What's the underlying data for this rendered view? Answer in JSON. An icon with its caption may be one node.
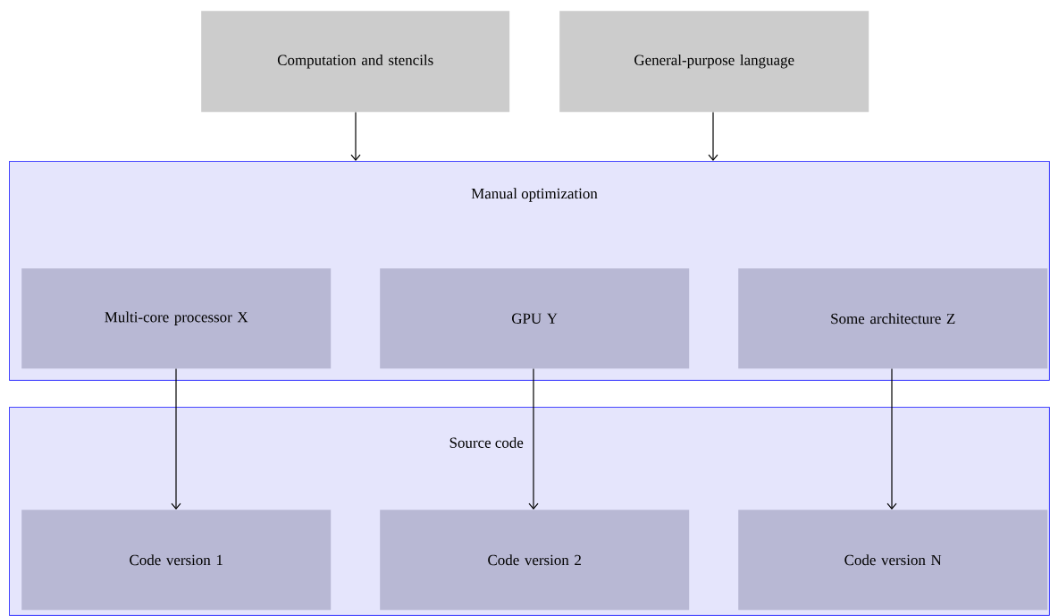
{
  "diagram": {
    "nodes": [
      {
        "text": [
          "Computation and stencils"
        ]
      },
      {
        "text": [
          "General-purpose language"
        ]
      },
      {
        "text": [
          "Manual optimization"
        ]
      },
      {
        "text": [
          "Multi-core processor X"
        ],
        "in": 2
      },
      {
        "text": [
          "GPU Y"
        ],
        "in": 2
      },
      {
        "text": [
          "Some architecture Z"
        ],
        "in": 2
      },
      {
        "text": [
          "Source code"
        ]
      },
      {
        "text": [
          "Code version 1"
        ],
        "in": 6
      },
      {
        "text": [
          "Code version 2"
        ],
        "in": 6
      },
      {
        "text": [
          "Code version N"
        ],
        "in": 6
      }
    ],
    "edges": [
      {
        "from": 0,
        "to": 2,
        "arrow": "to"
      },
      {
        "from": 1,
        "to": 2,
        "arrow": "to"
      },
      {
        "from": 3,
        "to": 7,
        "arrow": "to"
      },
      {
        "from": 4,
        "to": 8,
        "arrow": "to"
      },
      {
        "from": 5,
        "to": 9,
        "arrow": "to"
      }
    ]
  }
}
